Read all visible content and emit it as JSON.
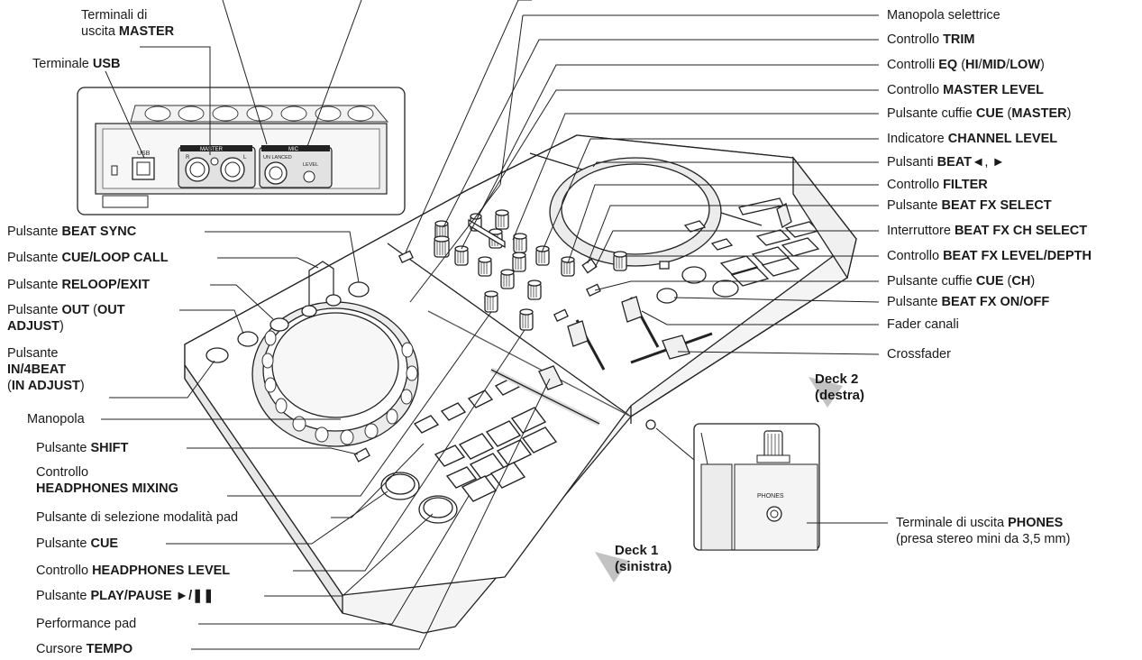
{
  "labels_left": [
    {
      "id": "term-master",
      "lines": [
        [
          "Terminali di"
        ],
        [
          "uscita ",
          {
            "b": "MASTER"
          }
        ]
      ]
    },
    {
      "id": "term-usb",
      "lines": [
        [
          "Terminale ",
          {
            "b": "USB"
          }
        ]
      ]
    },
    {
      "id": "beat-sync",
      "lines": [
        [
          "Pulsante ",
          {
            "b": "BEAT SYNC"
          }
        ]
      ]
    },
    {
      "id": "cue-loop-call",
      "lines": [
        [
          "Pulsante ",
          {
            "b": "CUE/LOOP CALL"
          }
        ]
      ]
    },
    {
      "id": "reloop-exit",
      "lines": [
        [
          "Pulsante ",
          {
            "b": "RELOOP/EXIT"
          }
        ]
      ]
    },
    {
      "id": "out-adjust",
      "lines": [
        [
          "Pulsante ",
          {
            "b": "OUT"
          },
          " (",
          {
            "b": "OUT"
          }
        ],
        [
          {
            "b": "ADJUST"
          },
          ")"
        ]
      ]
    },
    {
      "id": "in-4beat",
      "lines": [
        [
          "Pulsante"
        ],
        [
          {
            "b": "IN/4BEAT"
          }
        ],
        [
          "(",
          {
            "b": "IN ADJUST"
          },
          ")"
        ]
      ]
    },
    {
      "id": "jog",
      "lines": [
        [
          "Manopola"
        ]
      ]
    },
    {
      "id": "shift",
      "lines": [
        [
          "Pulsante ",
          {
            "b": "SHIFT"
          }
        ]
      ]
    },
    {
      "id": "hp-mixing",
      "lines": [
        [
          "Controllo"
        ],
        [
          {
            "b": "HEADPHONES MIXING"
          }
        ]
      ]
    },
    {
      "id": "pad-mode",
      "lines": [
        [
          "Pulsante di selezione modalità pad"
        ]
      ]
    },
    {
      "id": "cue",
      "lines": [
        [
          "Pulsante ",
          {
            "b": "CUE"
          }
        ]
      ]
    },
    {
      "id": "hp-level",
      "lines": [
        [
          "Controllo ",
          {
            "b": "HEADPHONES LEVEL"
          }
        ]
      ]
    },
    {
      "id": "play-pause",
      "lines": [
        [
          "Pulsante ",
          {
            "b": "PLAY/PAUSE ►/❚❚"
          }
        ]
      ]
    },
    {
      "id": "perf-pad",
      "lines": [
        [
          "Performance pad"
        ]
      ]
    },
    {
      "id": "tempo",
      "lines": [
        [
          "Cursore ",
          {
            "b": "TEMPO"
          }
        ]
      ]
    }
  ],
  "labels_right": [
    {
      "id": "selector",
      "lines": [
        [
          "Manopola selettrice"
        ]
      ]
    },
    {
      "id": "trim",
      "lines": [
        [
          "Controllo ",
          {
            "b": "TRIM"
          }
        ]
      ]
    },
    {
      "id": "eq",
      "lines": [
        [
          "Controlli ",
          {
            "b": "EQ"
          },
          " (",
          {
            "b": "HI"
          },
          "/",
          {
            "b": "MID"
          },
          "/",
          {
            "b": "LOW"
          },
          ")"
        ]
      ]
    },
    {
      "id": "master-level",
      "lines": [
        [
          "Controllo ",
          {
            "b": "MASTER LEVEL"
          }
        ]
      ]
    },
    {
      "id": "cue-master",
      "lines": [
        [
          "Pulsante cuffie ",
          {
            "b": "CUE"
          },
          " (",
          {
            "b": "MASTER"
          },
          ")"
        ]
      ]
    },
    {
      "id": "ch-level",
      "lines": [
        [
          "Indicatore ",
          {
            "b": "CHANNEL LEVEL"
          }
        ]
      ]
    },
    {
      "id": "beat-buttons",
      "lines": [
        [
          "Pulsanti ",
          {
            "b": "BEAT◄"
          },
          ", ",
          {
            "b": "►"
          }
        ]
      ]
    },
    {
      "id": "filter",
      "lines": [
        [
          "Controllo ",
          {
            "b": "FILTER"
          }
        ]
      ]
    },
    {
      "id": "fx-select",
      "lines": [
        [
          "Pulsante ",
          {
            "b": "BEAT FX SELECT"
          }
        ]
      ]
    },
    {
      "id": "fx-ch-select",
      "lines": [
        [
          "Interruttore ",
          {
            "b": "BEAT FX CH SELECT"
          }
        ]
      ]
    },
    {
      "id": "fx-level",
      "lines": [
        [
          "Controllo ",
          {
            "b": "BEAT FX LEVEL/DEPTH"
          }
        ]
      ]
    },
    {
      "id": "cue-ch",
      "lines": [
        [
          "Pulsante cuffie ",
          {
            "b": "CUE"
          },
          " (",
          {
            "b": "CH"
          },
          ")"
        ]
      ]
    },
    {
      "id": "fx-onoff",
      "lines": [
        [
          "Pulsante ",
          {
            "b": "BEAT FX ON/OFF"
          }
        ]
      ]
    },
    {
      "id": "ch-fader",
      "lines": [
        [
          "Fader canali"
        ]
      ]
    },
    {
      "id": "crossfader",
      "lines": [
        [
          "Crossfader"
        ]
      ]
    },
    {
      "id": "phones-out",
      "lines": [
        [
          "Terminale di uscita ",
          {
            "b": "PHONES"
          }
        ],
        [
          "(presa stereo mini da 3,5 mm)"
        ]
      ]
    }
  ],
  "decks": [
    {
      "id": "deck2",
      "lines": [
        "Deck 2",
        "(destra)"
      ]
    },
    {
      "id": "deck1",
      "lines": [
        "Deck 1",
        "(sinistra)"
      ]
    }
  ],
  "inset_rear": {
    "usb": "USB",
    "master": "MASTER",
    "mic": "MIC",
    "balanced": "UN  LANCED",
    "level": "LEVEL",
    "r": "R",
    "l": "L"
  },
  "inset_phones": {
    "phones": "PHONES"
  }
}
